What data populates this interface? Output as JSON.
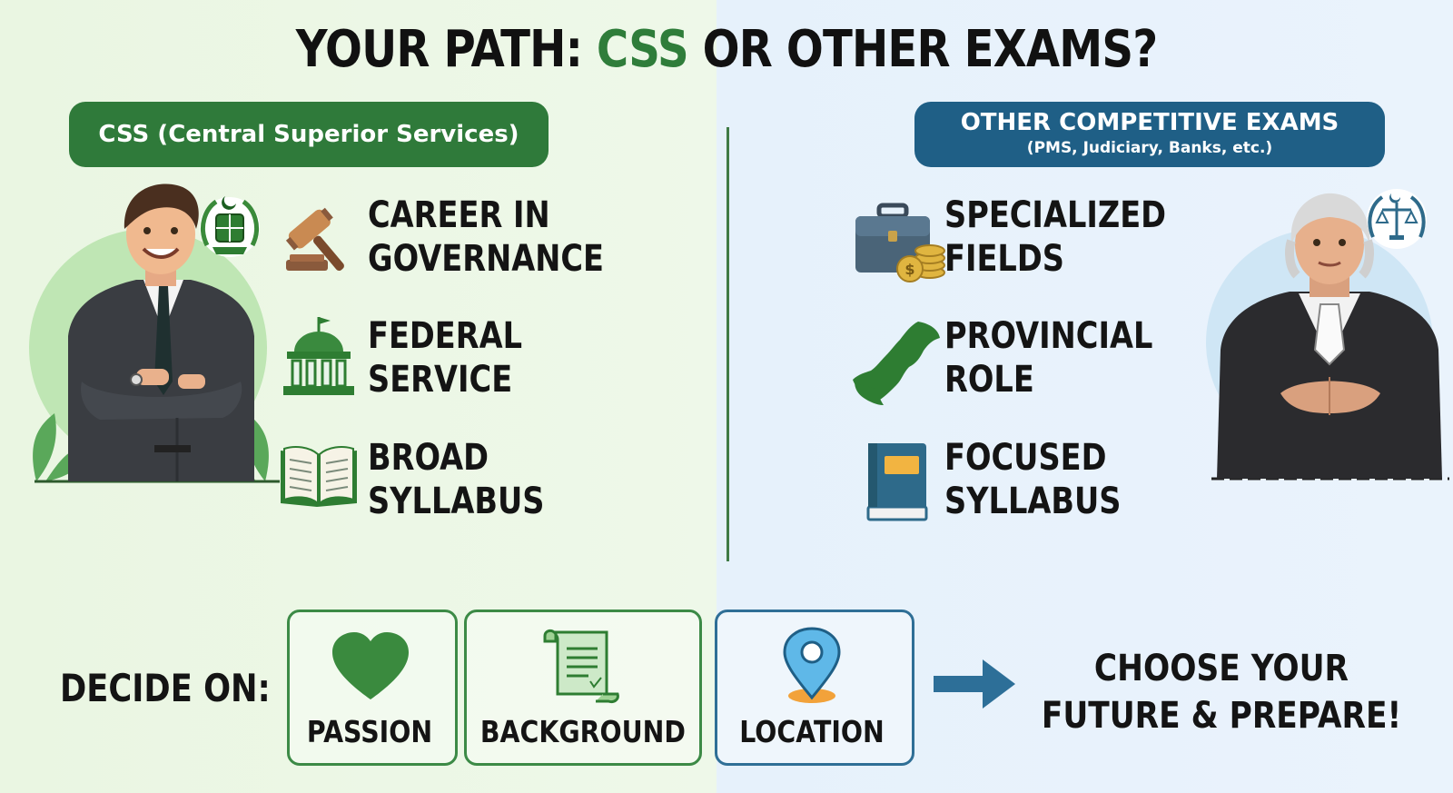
{
  "title": {
    "prefix": "YOUR PATH: ",
    "accent": "CSS",
    "suffix": " OR OTHER EXAMS?"
  },
  "left": {
    "header": "CSS (Central Superior Services)",
    "features": [
      {
        "icon": "gavel-icon",
        "line1": "CAREER IN",
        "line2": "GOVERNANCE"
      },
      {
        "icon": "government-building-icon",
        "line1": "FEDERAL",
        "line2": "SERVICE"
      },
      {
        "icon": "open-book-icon",
        "line1": "BROAD",
        "line2": "SYLLABUS"
      }
    ]
  },
  "right": {
    "header_line1": "OTHER COMPETITIVE EXAMS",
    "header_line2": "(PMS, Judiciary, Banks, etc.)",
    "features": [
      {
        "icon": "briefcase-coins-icon",
        "line1": "SPECIALIZED",
        "line2": "FIELDS"
      },
      {
        "icon": "pakistan-map-icon",
        "line1": "PROVINCIAL",
        "line2": "ROLE"
      },
      {
        "icon": "closed-book-icon",
        "line1": "FOCUSED",
        "line2": "SYLLABUS"
      }
    ]
  },
  "decide": {
    "label": "DECIDE ON:",
    "options": [
      {
        "icon": "heart-icon",
        "label": "PASSION"
      },
      {
        "icon": "certificate-scroll-icon",
        "label": "BACKGROUND"
      },
      {
        "icon": "location-pin-icon",
        "label": "LOCATION"
      }
    ]
  },
  "cta": {
    "line1": "CHOOSE YOUR",
    "line2": "FUTURE & PREPARE!"
  },
  "colors": {
    "green": "#2f7a3a",
    "blue": "#1f5f86",
    "text": "#141414"
  }
}
